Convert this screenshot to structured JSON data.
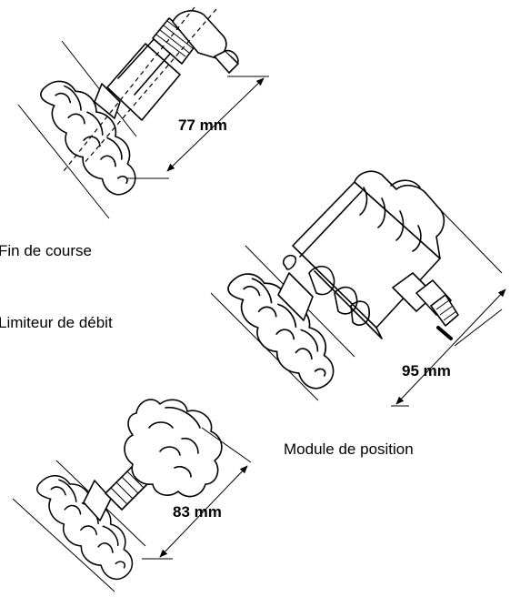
{
  "labels": {
    "limit_switch": "Fin de course",
    "flow_limiter": "Limiteur de débit",
    "position_module": "Module de position"
  },
  "dimensions": {
    "limit_switch": "77 mm",
    "position_module": "95 mm",
    "flow_limiter": "83 mm"
  }
}
